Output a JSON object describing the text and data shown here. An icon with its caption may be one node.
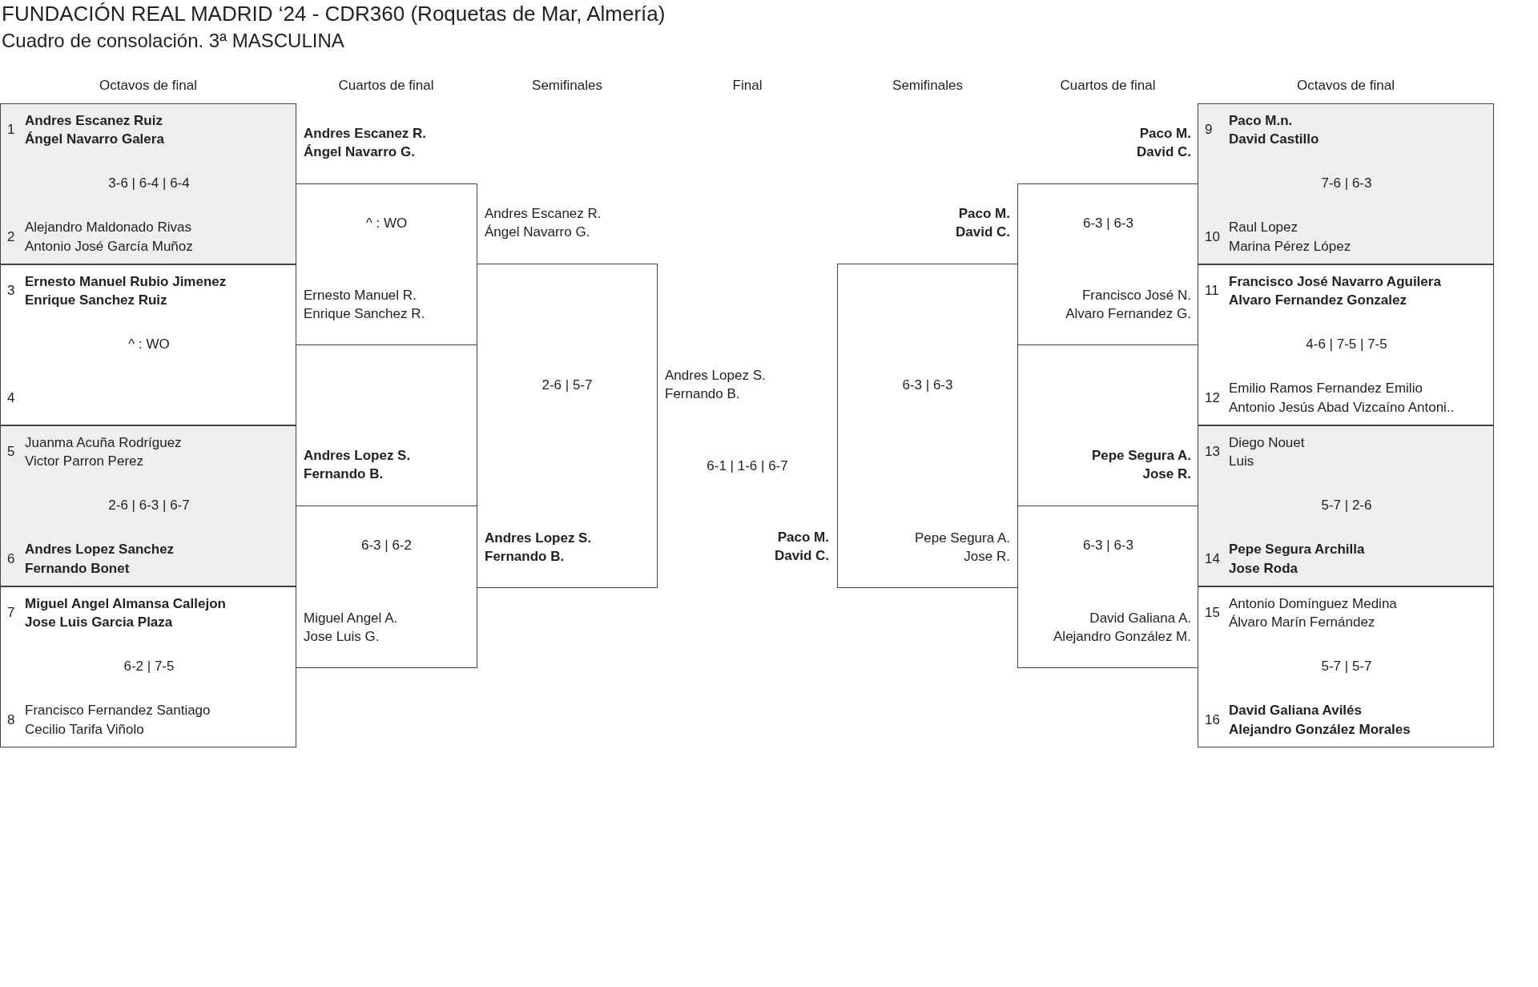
{
  "diagram": {
    "title": "FUNDACIÓN REAL MADRID ‘24 - CDR360 (Roquetas de Mar, Almería)",
    "nodes": [
      {
        "text": [
          "1",
          "Andres Escanez Ruiz",
          "Ángel Navarro Galera",
          "3-6 | 6-4 | 6-4",
          "2",
          "Alejandro Maldonado Rivas",
          "Antonio José García Muñoz"
        ]
      },
      {
        "text": [
          "3",
          "Ernesto Manuel Rubio Jimenez",
          "Enrique Sanchez Ruiz",
          "^ : WO",
          "4"
        ]
      },
      {
        "text": [
          "5",
          "Juanma Acuña Rodríguez",
          "Victor Parron Perez",
          "2-6 | 6-3 | 6-7",
          "6",
          "Andres Lopez Sanchez",
          "Fernando Bonet"
        ]
      },
      {
        "text": [
          "7",
          "Miguel Angel Almansa Callejon",
          "Jose Luis Garcia Plaza",
          "6-2 | 7-5",
          "8",
          "Francisco Fernandez Santiago",
          "Cecilio Tarifa Viñolo"
        ]
      },
      {
        "text": [
          "Andres Escanez R.",
          "Ángel Navarro G.",
          "^ : WO",
          "Ernesto Manuel R.",
          "Enrique Sanchez R."
        ]
      },
      {
        "text": [
          "Andres Lopez S.",
          "Fernando B.",
          "6-3 | 6-2",
          "Miguel Angel A.",
          "Jose Luis G."
        ]
      },
      {
        "text": [
          "Andres Escanez R.",
          "Ángel Navarro G.",
          "2-6 | 5-7",
          "Andres Lopez S.",
          "Fernando B."
        ]
      },
      {
        "text": [
          "Paco M.",
          "David C.",
          "6-3 | 6-3",
          "Pepe Segura A.",
          "Jose R."
        ]
      },
      {
        "text": [
          "Paco M.",
          "David C.",
          "6-3 | 6-3",
          "Francisco José N.",
          "Alvaro Fernandez G."
        ]
      },
      {
        "text": [
          "Pepe Segura A.",
          "Jose R.",
          "6-3 | 6-3",
          "David Galiana A.",
          "Alejandro González M."
        ]
      },
      {
        "text": [
          "9",
          "Paco M.n.",
          "David Castillo",
          "7-6 | 6-3",
          "10",
          "Raul Lopez",
          "Marina Pérez López"
        ]
      },
      {
        "text": [
          "11",
          "Francisco José Navarro Aguilera",
          "Alvaro Fernandez Gonzalez",
          "4-6 | 7-5 | 7-5",
          "12",
          "Emilio Ramos Fernandez Emilio",
          "Antonio Jesús Abad Vizcaíno Antoni.."
        ]
      },
      {
        "text": [
          "13",
          "Diego Nouet",
          "Luis",
          "5-7 | 2-6",
          "14",
          "Pepe Segura Archilla",
          "Jose Roda"
        ]
      },
      {
        "text": [
          "15",
          "Antonio Domínguez Medina",
          "Álvaro Marín Fernández",
          "5-7 | 5-7",
          "16",
          "David Galiana Avilés",
          "Alejandro González Morales"
        ]
      }
    ],
    "labels": [
      "Cuadro de consolación. 3ª MASCULINA",
      "Octavos de final",
      "Cuartos de final",
      "Semifinales",
      "Final",
      "Semifinales",
      "Cuartos de final",
      "Octavos de final",
      "Andres Lopez S.",
      "Fernando B.",
      "6-1 | 1-6 | 6-7",
      "Paco M.",
      "David C."
    ]
  }
}
